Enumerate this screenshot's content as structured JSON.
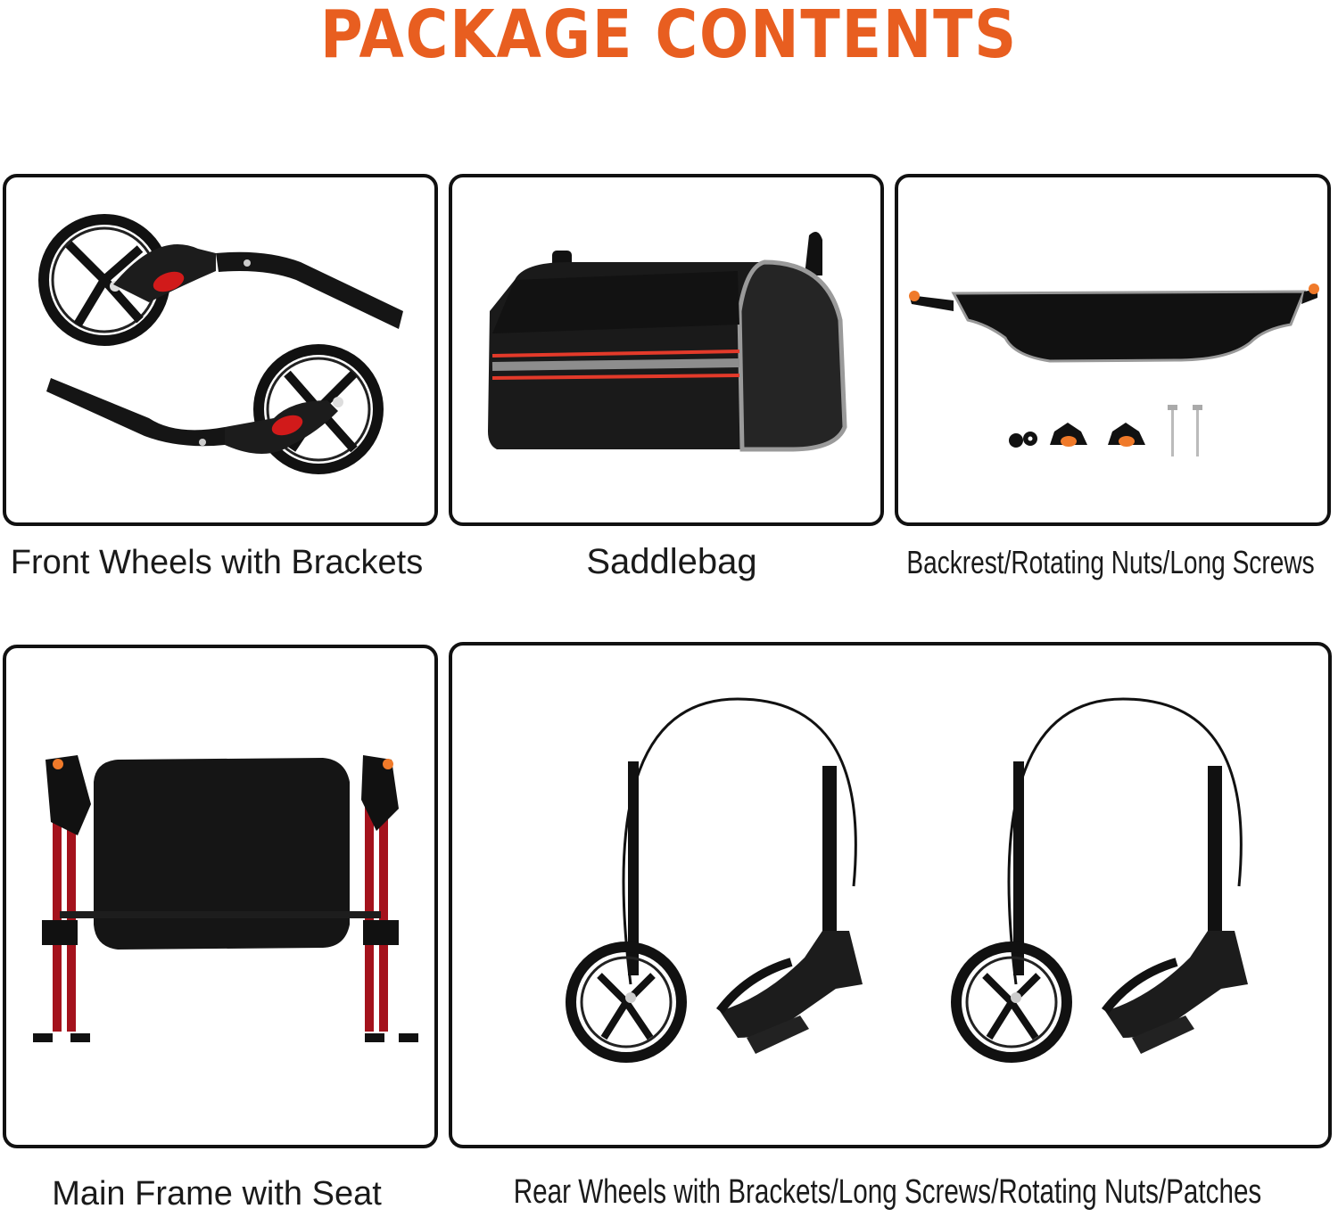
{
  "title": "PACKAGE CONTENTS",
  "colors": {
    "title": "#e85e20",
    "border": "#111111",
    "reflector": "#d11a1a",
    "accent_orange": "#f07a2a",
    "frame_red": "#a4121c"
  },
  "items": [
    {
      "id": "front-wheels",
      "label": "Front Wheels with Brackets",
      "icon": "front-wheels-image"
    },
    {
      "id": "saddlebag",
      "label": "Saddlebag",
      "icon": "saddlebag-image"
    },
    {
      "id": "backrest",
      "label": "Backrest/Rotating Nuts/Long Screws",
      "icon": "backrest-image"
    },
    {
      "id": "main-frame",
      "label": "Main Frame with Seat",
      "icon": "main-frame-image"
    },
    {
      "id": "rear-wheels",
      "label": "Rear Wheels with Brackets/Long Screws/Rotating Nuts/Patches",
      "icon": "rear-wheels-image"
    }
  ]
}
